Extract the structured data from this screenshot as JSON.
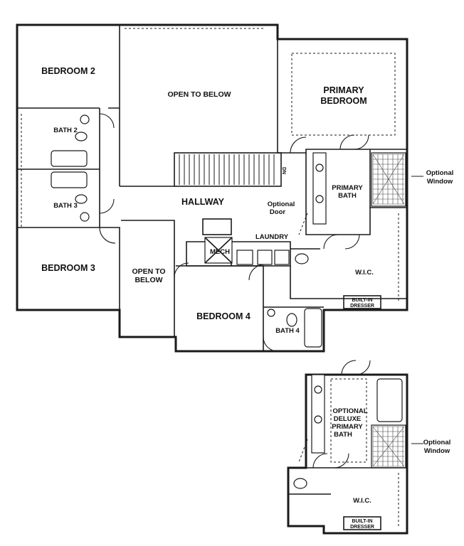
{
  "rooms": {
    "bedroom2": "BEDROOM 2",
    "bath2": "BATH 2",
    "bath3": "BATH 3",
    "bedroom3": "BEDROOM 3",
    "open_to_below_top": "OPEN TO BELOW",
    "open_to_below_lower": [
      "OPEN TO",
      "BELOW"
    ],
    "hallway": "HALLWAY",
    "primary_bedroom": [
      "PRIMARY",
      "BEDROOM"
    ],
    "primary_bath": [
      "PRIMARY",
      "BATH"
    ],
    "laundry": "LAUNDRY",
    "mech": "MECH",
    "wic": "W.I.C.",
    "bedroom4": "BEDROOM 4",
    "bath4": "BATH 4",
    "built_in_dresser": [
      "BUILT-IN",
      "DRESSER"
    ],
    "stair_dn": "DN"
  },
  "annotations": {
    "optional_door": [
      "Optional",
      "Door"
    ],
    "optional_window": [
      "Optional",
      "Window"
    ]
  },
  "inset": {
    "optional_deluxe_primary_bath": [
      "OPTIONAL",
      "DELUXE",
      "PRIMARY",
      "BATH"
    ],
    "wic": "W.I.C.",
    "built_in_dresser": [
      "BUILT-IN",
      "DRESSER"
    ],
    "optional_window": [
      "Optional",
      "Window"
    ]
  }
}
